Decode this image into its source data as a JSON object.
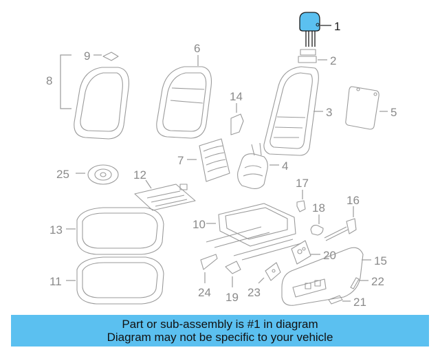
{
  "diagram": {
    "labels": [
      "1",
      "2",
      "3",
      "4",
      "5",
      "6",
      "7",
      "8",
      "9",
      "10",
      "11",
      "12",
      "13",
      "14",
      "15",
      "16",
      "17",
      "18",
      "19",
      "20",
      "21",
      "22",
      "23",
      "24",
      "25"
    ],
    "highlight_label": "1",
    "highlight_color": "#5bc0f0",
    "part_color": "#9a9a9a"
  },
  "banner": {
    "line1": "Part or sub-assembly is #1 in diagram",
    "line2": "Diagram may not be specific to your vehicle",
    "background": "#5bc0f0"
  }
}
